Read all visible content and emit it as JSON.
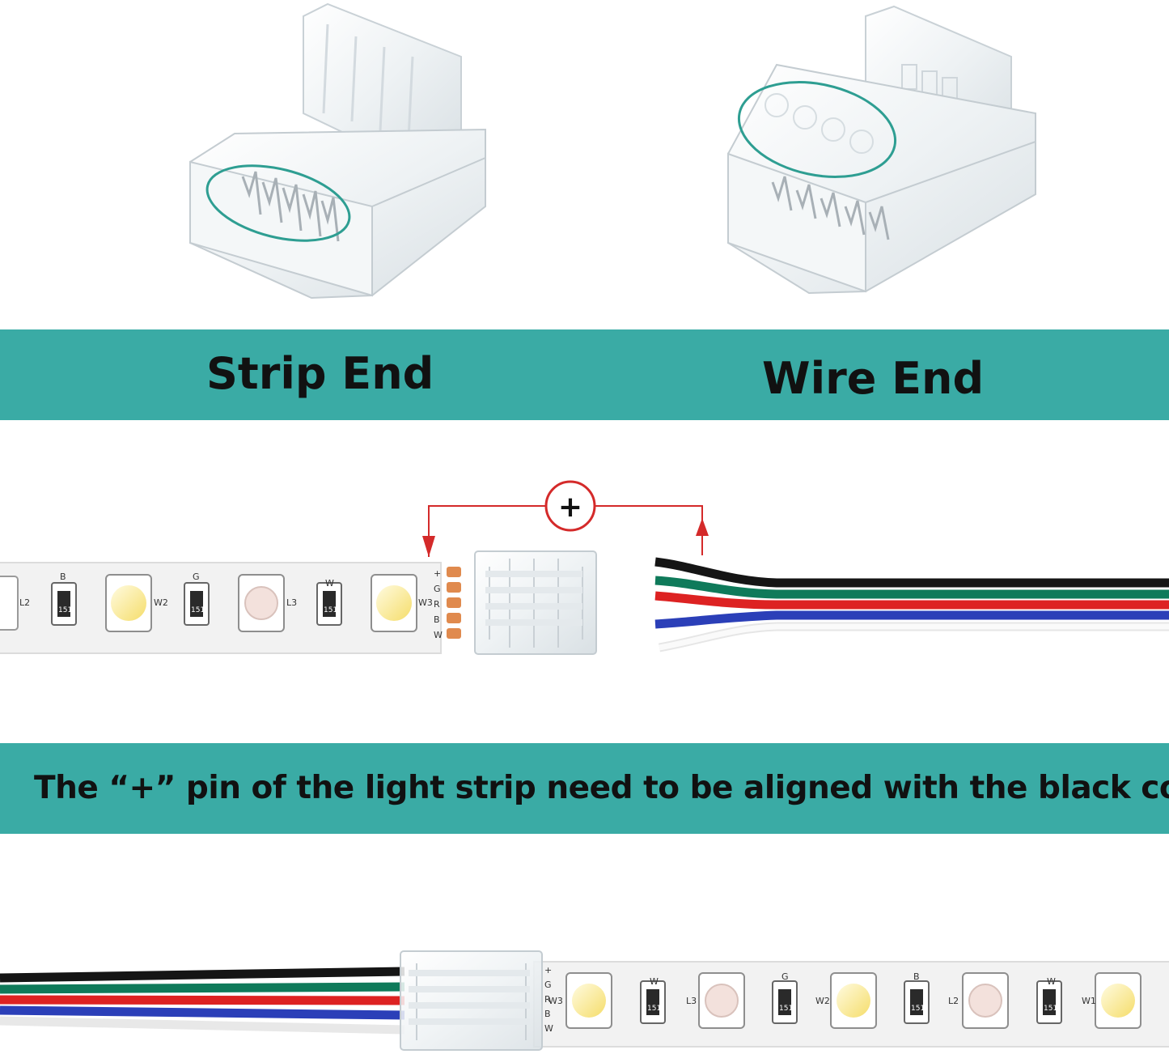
{
  "labels": {
    "strip_end": "Strip End",
    "wire_end": "Wire End",
    "alignment_note": "The “+” pin of the light strip need to be aligned with the black cord",
    "plus_symbol": "+"
  },
  "pins": [
    "+",
    "G",
    "R",
    "B",
    "W"
  ],
  "strip_marks_top": [
    "L2",
    "B",
    "W2",
    "G",
    "L3",
    "W",
    "W3"
  ],
  "strip_marks_bottom": [
    "W3",
    "W",
    "L3",
    "G",
    "W2",
    "B",
    "L2",
    "W",
    "W1"
  ],
  "resistor_code": "151",
  "icons": [
    "strip-end-connector-icon",
    "wire-end-connector-icon",
    "plus-circle-icon",
    "led-chip-icon",
    "resistor-icon"
  ],
  "colors": {
    "band": "#3aaba5",
    "highlight_ellipse": "#2e9e92",
    "arrow": "#d42a2a",
    "wire_black": "#151515",
    "wire_green": "#0f7a5a",
    "wire_red": "#dd2222",
    "wire_blue": "#2b3fb8",
    "wire_white": "#f2f2f2",
    "pad": "#e08a4e"
  }
}
